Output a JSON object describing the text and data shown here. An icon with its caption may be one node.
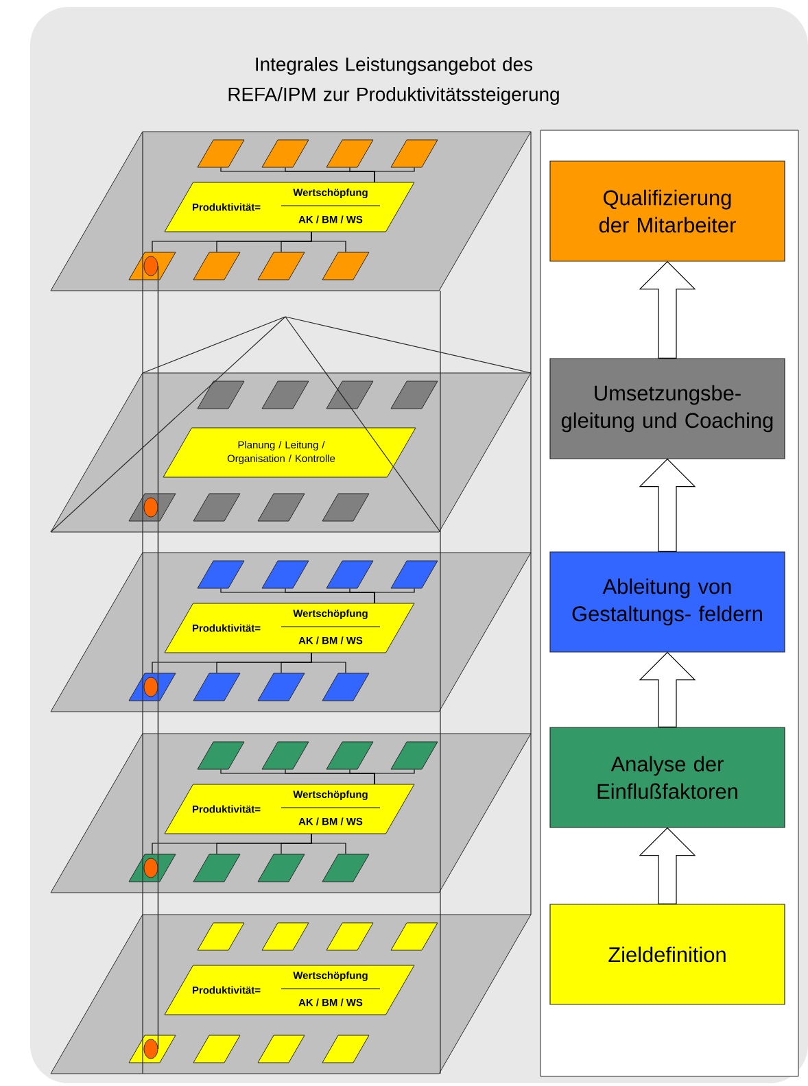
{
  "diagram": {
    "title": "Integrales Leistungsangebot des REFA/IPM zur Produktivitätssteigerung",
    "nodes": [
      {
        "text": [],
        "shape": "parallelogram"
      },
      {
        "text": [],
        "shape": "parallelogram",
        "in": 0
      },
      {
        "text": [],
        "shape": "parallelogram",
        "in": 0
      },
      {
        "text": [],
        "shape": "parallelogram",
        "in": 0
      },
      {
        "text": [],
        "shape": "parallelogram",
        "in": 0
      },
      {
        "text": [
          "Produktivität=",
          "Wertschöpfung",
          "AK / BM / WS"
        ],
        "in": 0
      },
      {
        "text": [],
        "shape": "parallelogram",
        "in": 0
      },
      {
        "text": [],
        "shape": "parallelogram",
        "in": 0
      },
      {
        "text": [],
        "shape": "parallelogram",
        "in": 0
      },
      {
        "text": [],
        "shape": "parallelogram",
        "in": 0
      },
      {
        "text": [],
        "shape": "circle",
        "in": 6
      },
      {
        "text": [],
        "shape": "parallelogram"
      },
      {
        "text": [],
        "shape": "parallelogram",
        "in": 11
      },
      {
        "text": [],
        "shape": "parallelogram",
        "in": 11
      },
      {
        "text": [],
        "shape": "parallelogram",
        "in": 11
      },
      {
        "text": [],
        "shape": "parallelogram",
        "in": 11
      },
      {
        "text": [
          "Planung / Leitung / Organisation / Kontrolle"
        ],
        "in": 11
      },
      {
        "text": [],
        "shape": "parallelogram",
        "in": 11
      },
      {
        "text": [],
        "shape": "parallelogram",
        "in": 11
      },
      {
        "text": [],
        "shape": "parallelogram",
        "in": 11
      },
      {
        "text": [],
        "shape": "parallelogram",
        "in": 11
      },
      {
        "text": [],
        "shape": "circle",
        "in": 17
      },
      {
        "text": [],
        "shape": "parallelogram"
      },
      {
        "text": [],
        "shape": "parallelogram",
        "in": 22
      },
      {
        "text": [],
        "shape": "parallelogram",
        "in": 22
      },
      {
        "text": [],
        "shape": "parallelogram",
        "in": 22
      },
      {
        "text": [],
        "shape": "parallelogram",
        "in": 22
      },
      {
        "text": [
          "Produktivität=",
          "Wertschöpfung",
          "AK / BM / WS"
        ],
        "in": 22
      },
      {
        "text": [],
        "shape": "parallelogram",
        "in": 22
      },
      {
        "text": [],
        "shape": "parallelogram",
        "in": 22
      },
      {
        "text": [],
        "shape": "parallelogram",
        "in": 22
      },
      {
        "text": [],
        "shape": "parallelogram",
        "in": 22
      },
      {
        "text": [],
        "shape": "circle",
        "in": 28
      },
      {
        "text": [],
        "shape": "parallelogram"
      },
      {
        "text": [],
        "shape": "parallelogram",
        "in": 33
      },
      {
        "text": [],
        "shape": "parallelogram",
        "in": 33
      },
      {
        "text": [],
        "shape": "parallelogram",
        "in": 33
      },
      {
        "text": [],
        "shape": "parallelogram",
        "in": 33
      },
      {
        "text": [
          "Produktivität=",
          "Wertschöpfung",
          "AK / BM / WS"
        ],
        "in": 33
      },
      {
        "text": [],
        "shape": "parallelogram",
        "in": 33
      },
      {
        "text": [],
        "shape": "parallelogram",
        "in": 33
      },
      {
        "text": [],
        "shape": "parallelogram",
        "in": 33
      },
      {
        "text": [],
        "shape": "parallelogram",
        "in": 33
      },
      {
        "text": [],
        "shape": "circle",
        "in": 39
      },
      {
        "text": [],
        "shape": "parallelogram"
      },
      {
        "text": [],
        "shape": "parallelogram",
        "in": 44
      },
      {
        "text": [],
        "shape": "parallelogram",
        "in": 44
      },
      {
        "text": [],
        "shape": "parallelogram",
        "in": 44
      },
      {
        "text": [],
        "shape": "parallelogram",
        "in": 44
      },
      {
        "text": [
          "Produktivität=",
          "Wertschöpfung",
          "AK / BM / WS"
        ],
        "in": 44
      },
      {
        "text": [],
        "shape": "parallelogram",
        "in": 44
      },
      {
        "text": [],
        "shape": "parallelogram",
        "in": 44
      },
      {
        "text": [],
        "shape": "parallelogram",
        "in": 44
      },
      {
        "text": [],
        "shape": "parallelogram",
        "in": 44
      },
      {
        "text": [],
        "shape": "circle",
        "in": 50
      },
      {
        "text": [],
        "shape": "box"
      },
      {
        "text": [
          "Qualifizierung der Mitarbeiter"
        ],
        "in": 55
      },
      {
        "text": [
          "Umsetzungsbe- gleitung und Coaching"
        ],
        "in": 55
      },
      {
        "text": [
          "Ableitung von Gestaltungs- feldern"
        ],
        "in": 55
      },
      {
        "text": [
          "Analyse der Einflußfaktoren"
        ],
        "in": 55
      },
      {
        "text": [
          "Zieldefinition"
        ],
        "in": 55
      }
    ],
    "edges": [
      {
        "from": 1,
        "to": 5,
        "arrow": "none"
      },
      {
        "from": 2,
        "to": 5,
        "arrow": "none"
      },
      {
        "from": 3,
        "to": 5,
        "arrow": "none"
      },
      {
        "from": 4,
        "to": 5,
        "arrow": "none"
      },
      {
        "from": 5,
        "to": 6,
        "arrow": "none"
      },
      {
        "from": 5,
        "to": 7,
        "arrow": "none"
      },
      {
        "from": 5,
        "to": 8,
        "arrow": "none"
      },
      {
        "from": 5,
        "to": 9,
        "arrow": "none"
      },
      {
        "from": 23,
        "to": 27,
        "arrow": "none"
      },
      {
        "from": 24,
        "to": 27,
        "arrow": "none"
      },
      {
        "from": 25,
        "to": 27,
        "arrow": "none"
      },
      {
        "from": 26,
        "to": 27,
        "arrow": "none"
      },
      {
        "from": 27,
        "to": 28,
        "arrow": "none"
      },
      {
        "from": 27,
        "to": 29,
        "arrow": "none"
      },
      {
        "from": 27,
        "to": 30,
        "arrow": "none"
      },
      {
        "from": 27,
        "to": 31,
        "arrow": "none"
      },
      {
        "from": 34,
        "to": 38,
        "arrow": "none"
      },
      {
        "from": 35,
        "to": 38,
        "arrow": "none"
      },
      {
        "from": 36,
        "to": 38,
        "arrow": "none"
      },
      {
        "from": 37,
        "to": 38,
        "arrow": "none"
      },
      {
        "from": 38,
        "to": 39,
        "arrow": "none"
      },
      {
        "from": 38,
        "to": 40,
        "arrow": "none"
      },
      {
        "from": 38,
        "to": 41,
        "arrow": "none"
      },
      {
        "from": 38,
        "to": 42,
        "arrow": "none"
      },
      {
        "from": 10,
        "to": 21,
        "arrow": "none"
      },
      {
        "from": 21,
        "to": 32,
        "arrow": "none"
      },
      {
        "from": 32,
        "to": 43,
        "arrow": "none"
      },
      {
        "from": 43,
        "to": 54,
        "arrow": "none"
      },
      {
        "from": 60,
        "to": 59,
        "arrow": "to"
      },
      {
        "from": 59,
        "to": 58,
        "arrow": "to"
      },
      {
        "from": 58,
        "to": 57,
        "arrow": "to"
      },
      {
        "from": 57,
        "to": 56,
        "arrow": "to"
      }
    ]
  }
}
